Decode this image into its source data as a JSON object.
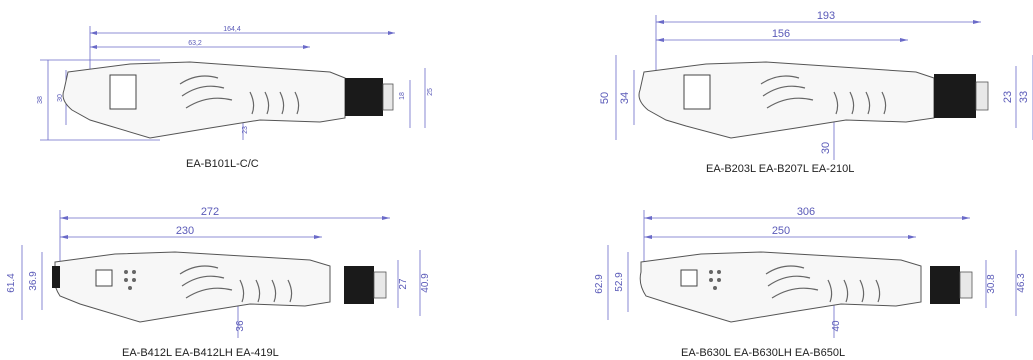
{
  "colors": {
    "dimension": "#5a5ab8",
    "outline": "#555555",
    "motor_dark": "#1a1a1a"
  },
  "panels": [
    {
      "caption": "EA-B101L-C/C",
      "dims": {
        "overall_length": "164,4",
        "body_length": "63,2",
        "height_left": "38",
        "height_inner": "30",
        "handle": "23",
        "right_inner": "18",
        "right_outer": "25"
      }
    },
    {
      "caption": "EA-B203L  EA-B207L  EA-210L",
      "dims": {
        "overall_length": "193",
        "body_length": "156",
        "height_left": "50",
        "height_inner": "34",
        "handle": "30",
        "right_inner": "23",
        "right_outer": "33"
      }
    },
    {
      "caption": "EA-B412L  EA-B412LH   EA-419L",
      "dims": {
        "overall_length": "272",
        "body_length": "230",
        "height_left": "61.4",
        "height_inner": "36.9",
        "handle": "36",
        "right_inner": "27",
        "right_outer": "40.9"
      }
    },
    {
      "caption": "EA-B630L  EA-B630LH   EA-B650L",
      "dims": {
        "overall_length": "306",
        "body_length": "250",
        "height_left": "62.9",
        "height_inner": "52.9",
        "handle": "40",
        "right_inner": "30.8",
        "right_outer": "46.3"
      }
    }
  ]
}
